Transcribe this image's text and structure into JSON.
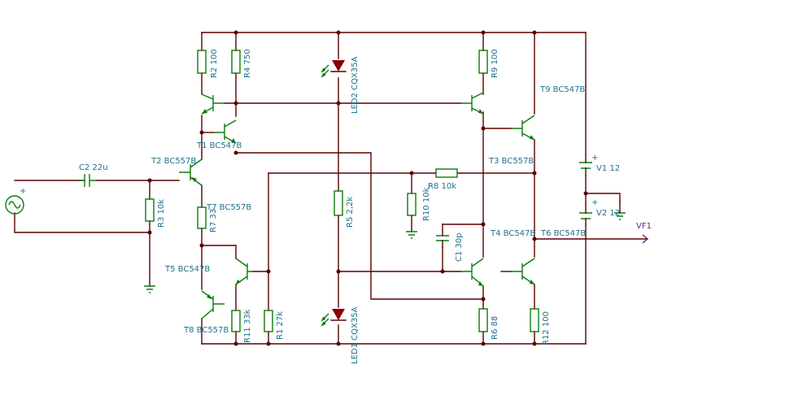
{
  "components": {
    "r2": "R2 100",
    "r4": "R4 750",
    "led2": "LED2 CQX35A",
    "r9": "R9 100",
    "t9": "T9 BC547B",
    "t1": "T1 BC547B",
    "t2": "T2 BC557B",
    "t3": "T3 BC557B",
    "c2": "C2 22u",
    "v1": "V1 12",
    "r8": "R8 10k",
    "r3": "R3 10k",
    "r7": "R7 33",
    "t7": "T7 BC557B",
    "r5": "R5 2,2k",
    "r10": "R10 10k",
    "v2": "V2 12",
    "vf1": "VF1",
    "t4": "T4 BC547B",
    "t6": "T6 BC547B",
    "c1": "C1 30p",
    "t5": "T5 BC547B",
    "led1": "LED1 CQX35A",
    "t8": "T8 BC557B",
    "r11": "R11 33k",
    "r1": "R1 27k",
    "r6": "R6 88",
    "r12": "R12 100"
  },
  "colors": {
    "wire": "#5a0000",
    "component": "#0d7a0d",
    "label": "#1f6f8b",
    "probe": "#6a1f8f",
    "led": "#8b0000"
  },
  "symbols": {
    "voltage_plus": "+",
    "source_glyph": "sine-wave-icon"
  }
}
